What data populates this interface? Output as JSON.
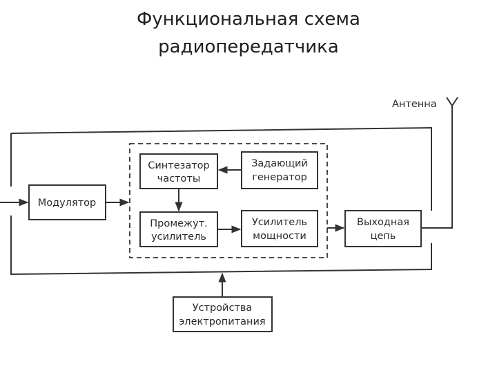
{
  "title": {
    "line1": "Функциональная схема",
    "line2": "радиопередатчика"
  },
  "diagram": {
    "antenna_label": "Антенна",
    "blocks": {
      "modulator": "Модулятор",
      "synthesizer": [
        "Синтезатор",
        "частоты"
      ],
      "master_oscillator": [
        "Задающий",
        "генератор"
      ],
      "intermediate_amp": [
        "Промежут.",
        "усилитель"
      ],
      "power_amp": [
        "Усилитель",
        "мощности"
      ],
      "output_circuit": [
        "Выходная",
        "цепь"
      ],
      "power_supply": [
        "Устройства",
        "электропитания"
      ]
    }
  },
  "colors": {
    "line": "#333333",
    "text": "#2a2a2a",
    "background": "#ffffff"
  }
}
